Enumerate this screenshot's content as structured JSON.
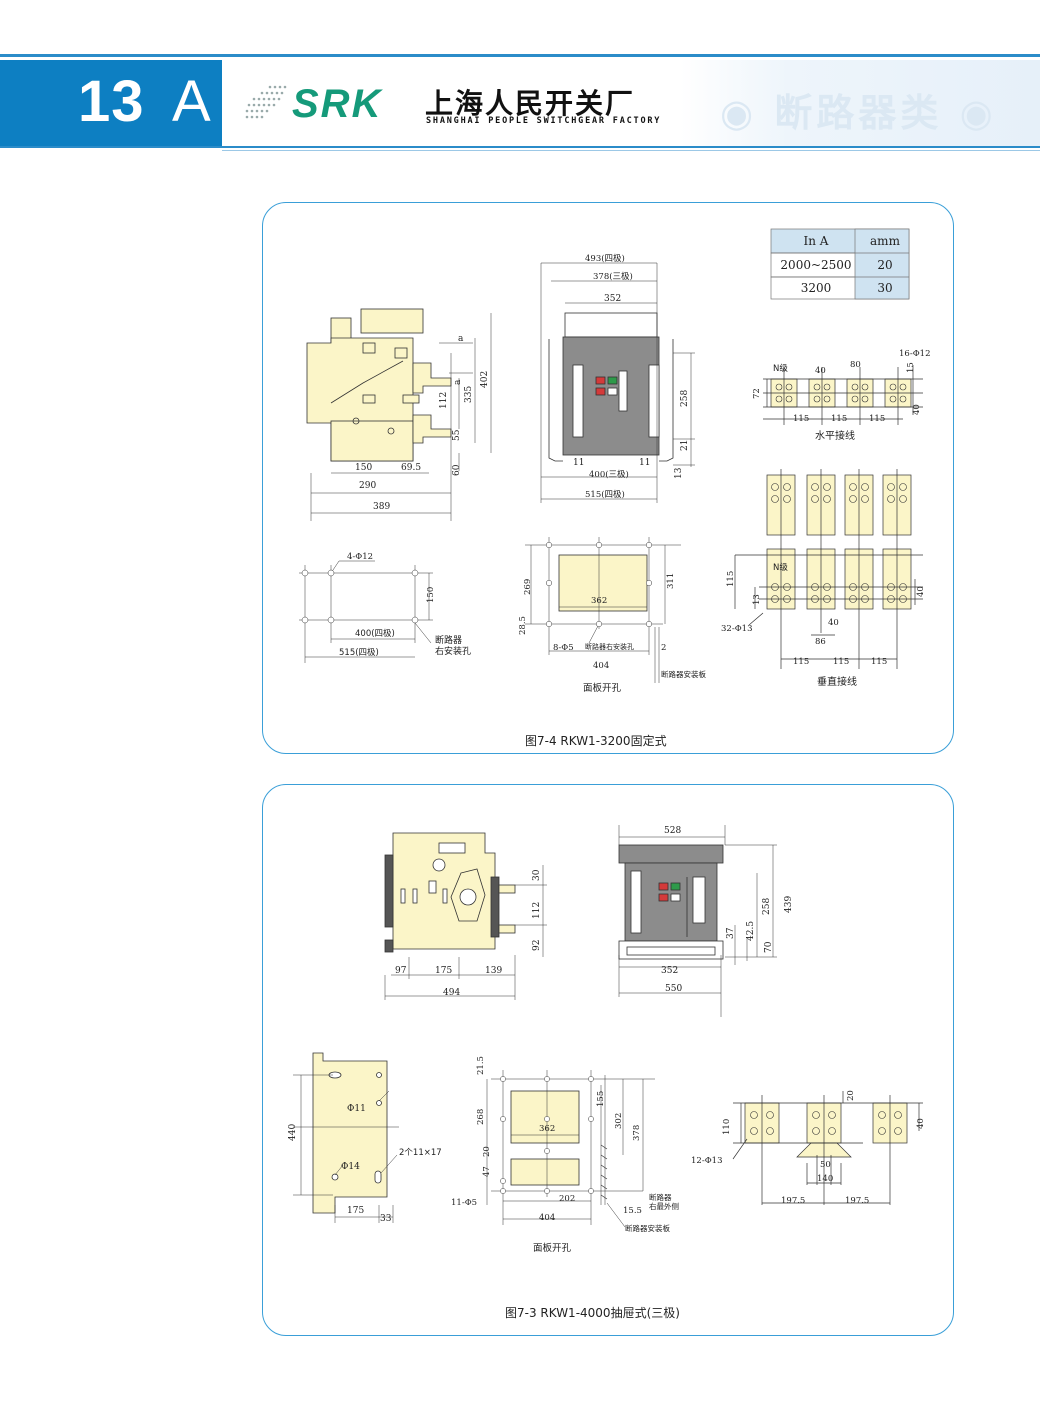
{
  "header": {
    "page_number": "13",
    "page_letter": "A",
    "brand": "SRK",
    "company_cn": "上海人民开关厂",
    "company_en": "SHANGHAI PEOPLE SWITCHGEAR FACTORY",
    "category": "◉ 断路器类 ◉"
  },
  "colors": {
    "header_blue": "#0d7fc2",
    "frame_blue": "#3a9fd8",
    "brand_green": "#159a7a",
    "part_fill": "#fbf5c8",
    "body_gray": "#8c8c8c"
  },
  "figure1": {
    "caption": "图7-4  RKW1-3200固定式",
    "table": {
      "headers": [
        "In A",
        "amm"
      ],
      "rows": [
        [
          "2000~2500",
          "20"
        ],
        [
          "3200",
          "30"
        ]
      ]
    },
    "side_view": {
      "d_a": "a",
      "d_a2": "a",
      "d_112": "112",
      "d_335": "335",
      "d_402": "402",
      "d_55": "55",
      "d_60": "60",
      "d_150": "150",
      "d_69_5": "69.5",
      "d_290": "290",
      "d_389": "389"
    },
    "front_view": {
      "d_493": "493(四极)",
      "d_378": "378(三极)",
      "d_352": "352",
      "d_258": "258",
      "d_21": "21",
      "d_13": "13",
      "d_11a": "11",
      "d_11b": "11",
      "d_400": "400(三极)",
      "d_515": "515(四极)"
    },
    "horizontal": {
      "d_16phi12": "16-Φ12",
      "d_n": "N级",
      "d_40a": "40",
      "d_80": "80",
      "d_15": "15",
      "d_72": "72",
      "d_40b": "40",
      "d_115a": "115",
      "d_115b": "115",
      "d_115c": "115",
      "label": "水平接线"
    },
    "mounting": {
      "d_4phi12": "4-Φ12",
      "d_150": "150",
      "d_400": "400(四极)",
      "d_515": "515(四极)",
      "label_a": "断路器",
      "label_b": "右安装孔"
    },
    "panel_cut": {
      "d_269": "269",
      "d_311": "311",
      "d_362": "362",
      "d_28_5": "28.5",
      "d_8phi5": "8-Φ5",
      "d_note": "断路器右安装孔",
      "d_2": "2",
      "d_404": "404",
      "label_plate": "断路器安装板",
      "label": "面板开孔"
    },
    "vertical": {
      "d_115v": "115",
      "d_13": "13",
      "d_n": "N级",
      "d_40": "40",
      "d_32phi13": "32-Φ13",
      "d_40b": "40",
      "d_86": "86",
      "d_115a": "115",
      "d_115b": "115",
      "d_115c": "115",
      "label": "垂直接线"
    }
  },
  "figure2": {
    "caption": "图7-3  RKW1-4000抽屉式(三极)",
    "side_view": {
      "d_30": "30",
      "d_112": "112",
      "d_92": "92",
      "d_97": "97",
      "d_175": "175",
      "d_139": "139",
      "d_494": "494"
    },
    "front_view": {
      "d_528": "528",
      "d_258": "258",
      "d_439": "439",
      "d_37": "37",
      "d_42_5": "42.5",
      "d_70": "70",
      "d_352": "352",
      "d_550": "550"
    },
    "mount_side": {
      "d_440": "440",
      "d_phi11": "Φ11",
      "d_phi14": "Φ14",
      "d_slot": "2个11×17",
      "d_175": "175",
      "d_33": "33"
    },
    "panel_cut": {
      "d_21_5": "21.5",
      "d_268": "268",
      "d_155": "155",
      "d_302": "302",
      "d_378": "378",
      "d_362": "362",
      "d_20": "20",
      "d_47": "47",
      "d_11phi5": "11-Φ5",
      "d_202": "202",
      "d_15_5": "15.5",
      "d_404": "404",
      "label_outer_a": "断路器",
      "label_outer_b": "右最外侧",
      "label_plate": "断路器安装板",
      "label": "面板开孔"
    },
    "busbar": {
      "d_110": "110",
      "d_20": "20",
      "d_40": "40",
      "d_12phi13": "12-Φ13",
      "d_50": "50",
      "d_140": "140",
      "d_197_5a": "197.5",
      "d_197_5b": "197.5"
    }
  }
}
